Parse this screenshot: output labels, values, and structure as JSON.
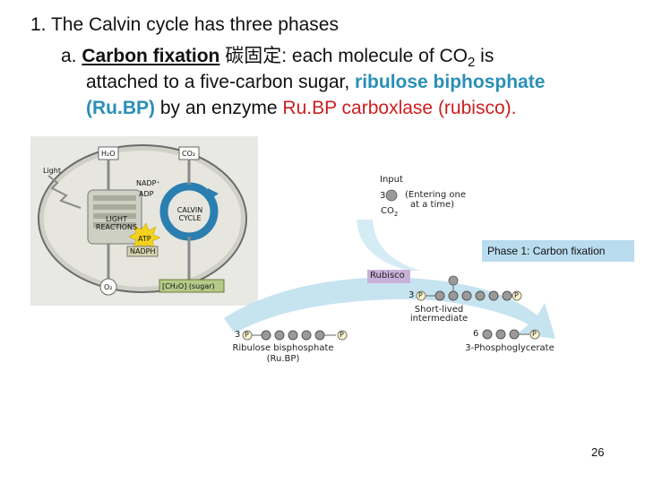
{
  "slide": {
    "heading": {
      "number": "1.",
      "text": "The Calvin cycle has three phases"
    },
    "sub": {
      "letter": "a.",
      "term": "Carbon fixation",
      "cjk": "碳固定",
      "part1": ": each molecule of CO",
      "subscript": "2",
      "part2": " is",
      "line2a": "attached to a five-carbon sugar, ",
      "line2b": "ribulose biphosphate",
      "line3a": "(Ru.BP)",
      "line3b": " by an enzyme ",
      "line3c": "Ru.BP carboxlase (rubisco)."
    },
    "page_number": "26"
  },
  "overview": {
    "h2o": "H₂O",
    "co2": "CO₂",
    "light": "Light",
    "nadp": "NADP⁺",
    "adp": "ADP",
    "light_reactions": "LIGHT REACTIONS",
    "calvin_cycle": "CALVIN CYCLE",
    "atp": "ATP",
    "nadph": "NADPH",
    "o2": "O₂",
    "sugar": "[CH₂O] (sugar)"
  },
  "phase1": {
    "input_label": "Input",
    "co2_count": "3",
    "entering": "(Entering one",
    "at_a_time": "at a time)",
    "co2": "CO",
    "co2_sub": "2",
    "phase_title": "Phase 1: Carbon fixation",
    "rubisco": "Rubisco",
    "intermediate_count": "3",
    "p": "P",
    "intermediate_label_1": "Short-lived",
    "intermediate_label_2": "intermediate",
    "pga_count": "6",
    "pga_label": "3-Phosphoglycerate",
    "rubp_count": "3",
    "rubp_label_1": "Ribulose bisphosphate",
    "rubp_label_2": "(Ru.BP)"
  },
  "colors": {
    "blue_text": "#2a8fb5",
    "red_text": "#cc1f1f",
    "arrow_blue": "#bfe0ee",
    "phase_box": "#b9dcee",
    "rubisco_box": "#c9b0d8",
    "chloroplast_green": "#b5c988",
    "cycle_blue": "#2a7fb0",
    "atp_yellow": "#f4d21c"
  }
}
